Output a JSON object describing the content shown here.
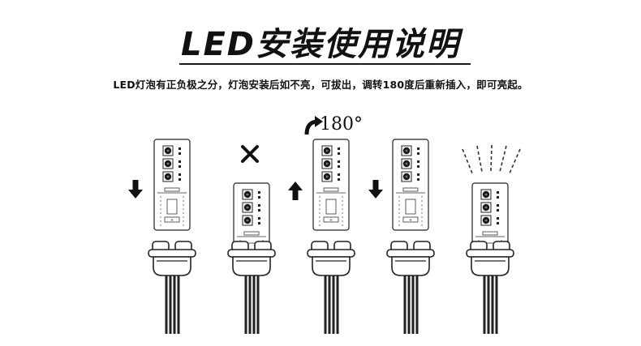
{
  "title": "LED安装使用说明",
  "subtitle": "LED灯泡有正负极之分，灯泡安装后如不亮，可拔出，调转180度后重新插入，即可亮起。",
  "rotation_label": "180°",
  "wrong_mark": "X",
  "colors": {
    "ink": "#111111",
    "chip": "#1a1a1a",
    "board_line": "#333333"
  },
  "steps": [
    {
      "id": 1,
      "action": "insert",
      "arrow": "down"
    },
    {
      "id": 2,
      "action": "not-lit",
      "mark": "x"
    },
    {
      "id": 3,
      "action": "pull-out-rotate",
      "arrow": "up",
      "rotate": "180°"
    },
    {
      "id": 4,
      "action": "re-insert",
      "arrow": "down"
    },
    {
      "id": 5,
      "action": "lit"
    }
  ]
}
